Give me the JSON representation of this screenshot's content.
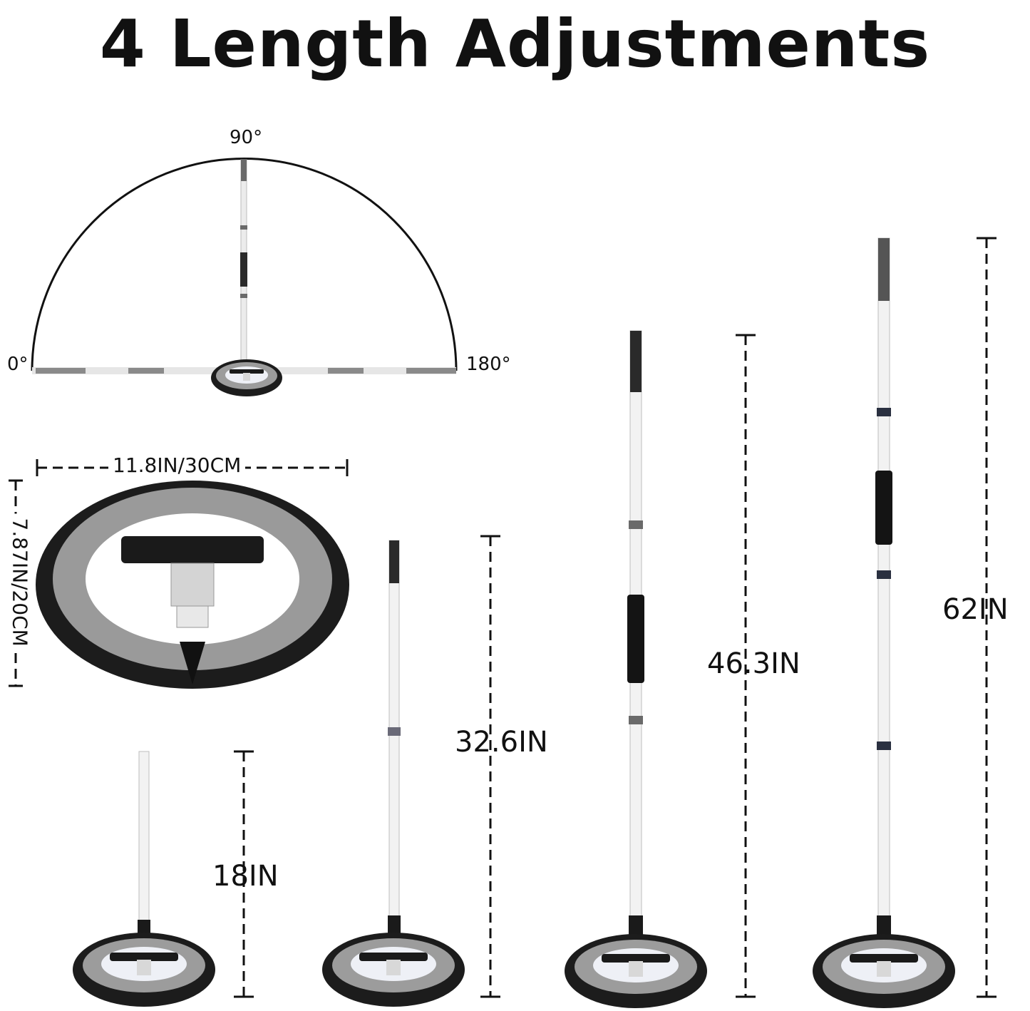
{
  "title": "4 Length Adjustments",
  "angle_labels": {
    "left": "0°",
    "top": "90°",
    "right": "180°"
  },
  "head_dimensions": {
    "width": "11.8IN/30CM",
    "height": "7.87IN/20CM"
  },
  "lengths": [
    "18IN",
    "32.6IN",
    "46.3IN",
    "62IN"
  ],
  "colors": {
    "text": "#111111",
    "pole": "#f4f4f4",
    "grip": "#1a1a1a",
    "pad": "#9a9a9a",
    "fringe": "#1c1c1c"
  }
}
